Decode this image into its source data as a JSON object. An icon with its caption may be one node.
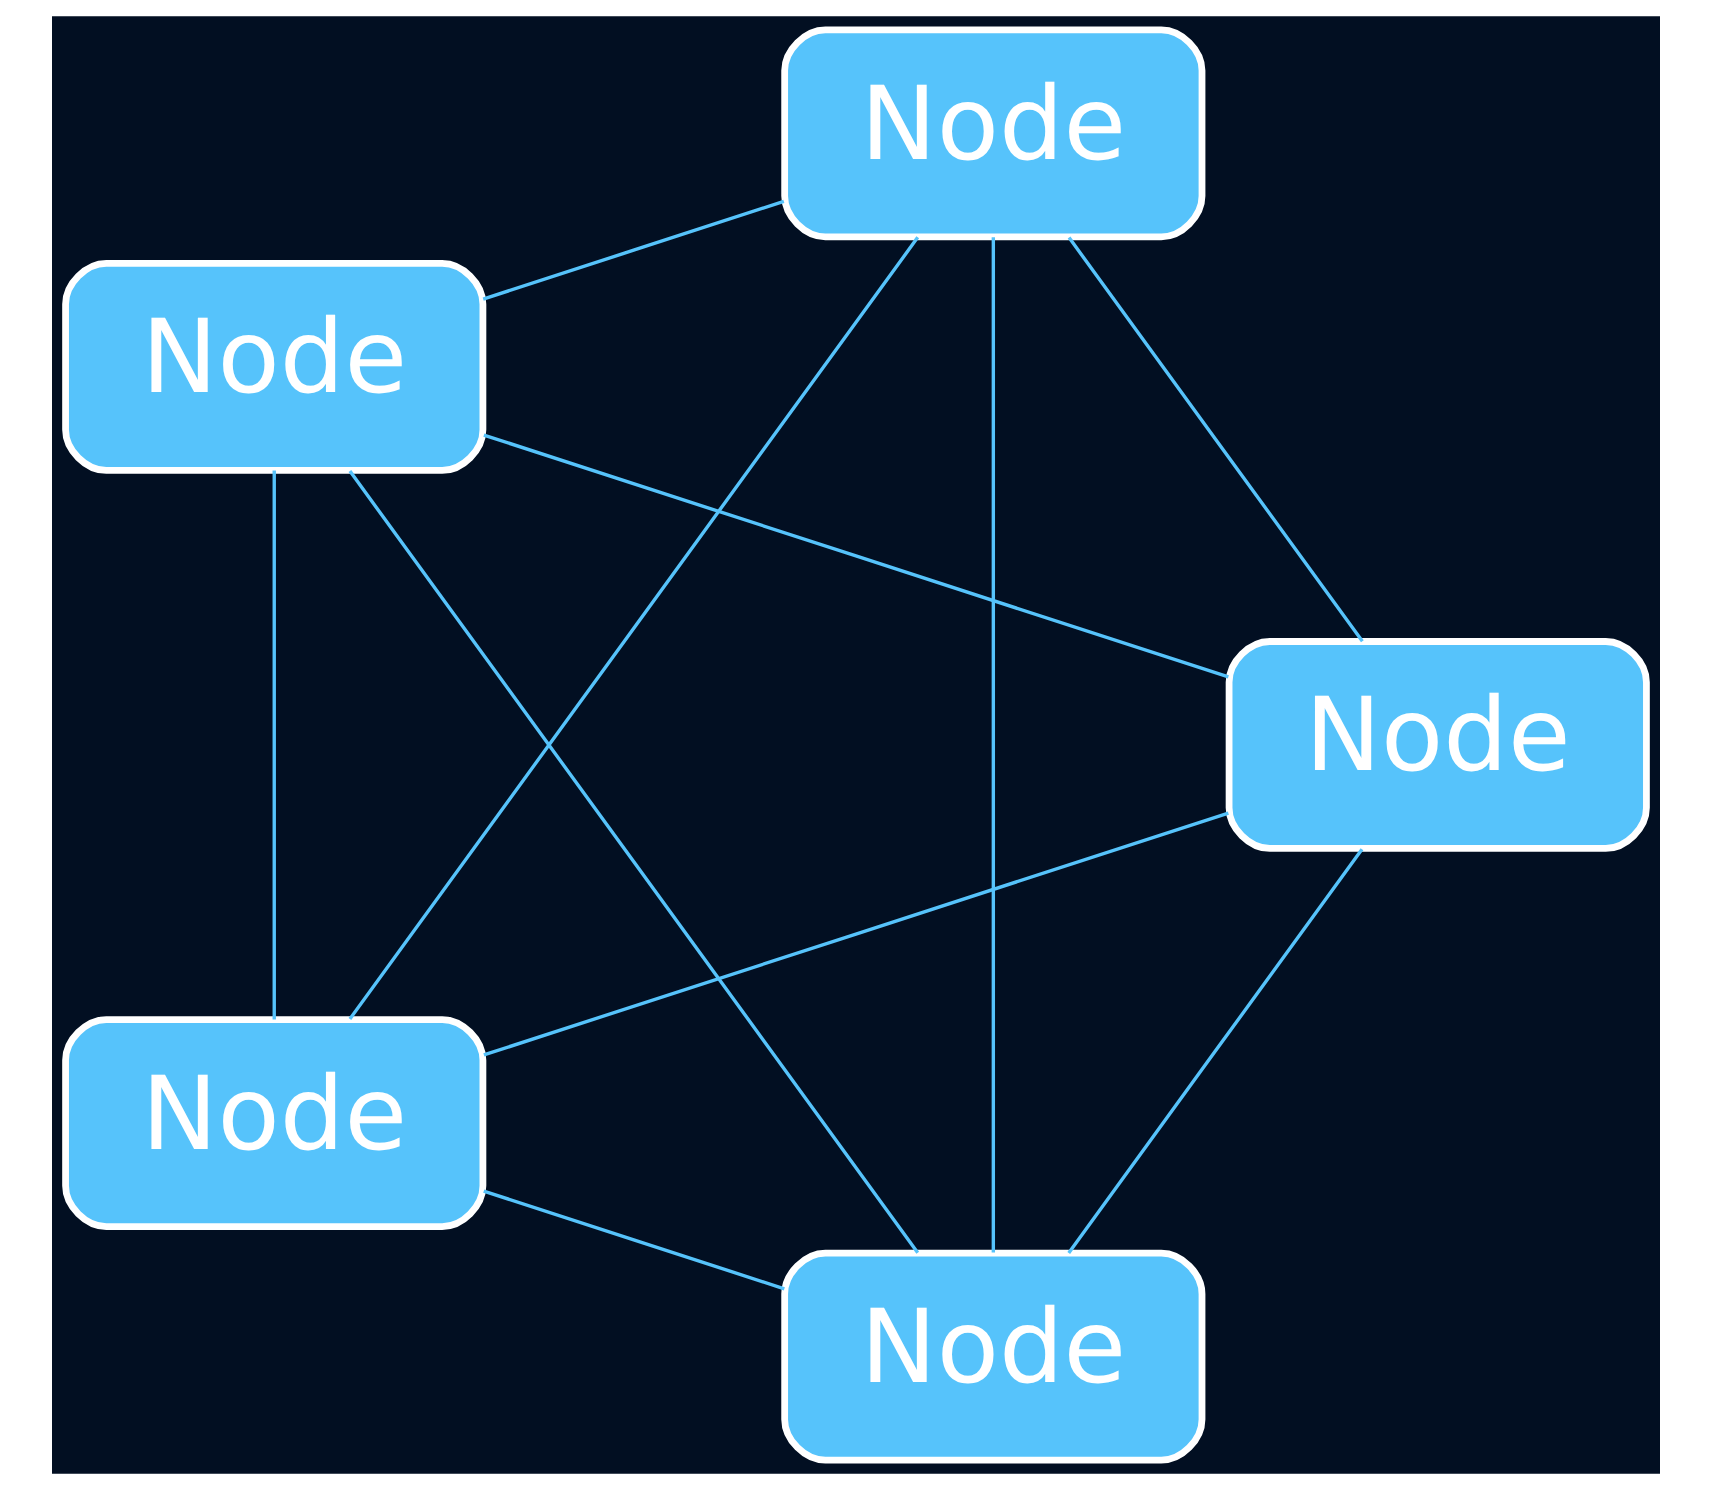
{
  "diagram": {
    "nodes": [
      {
        "text": [
          "Node"
        ]
      },
      {
        "text": [
          "Node"
        ]
      },
      {
        "text": [
          "Node"
        ]
      },
      {
        "text": [
          "Node"
        ]
      },
      {
        "text": [
          "Node"
        ]
      }
    ],
    "edges": [
      {
        "from": 0,
        "to": 1,
        "arrow": "none"
      },
      {
        "from": 0,
        "to": 2,
        "arrow": "none"
      },
      {
        "from": 1,
        "to": 3,
        "arrow": "none"
      },
      {
        "from": 2,
        "to": 4,
        "arrow": "none"
      },
      {
        "from": 3,
        "to": 4,
        "arrow": "none"
      },
      {
        "from": 0,
        "to": 3,
        "arrow": "none"
      },
      {
        "from": 0,
        "to": 4,
        "arrow": "none"
      },
      {
        "from": 1,
        "to": 2,
        "arrow": "none"
      },
      {
        "from": 1,
        "to": 4,
        "arrow": "none"
      },
      {
        "from": 2,
        "to": 3,
        "arrow": "none"
      }
    ]
  }
}
